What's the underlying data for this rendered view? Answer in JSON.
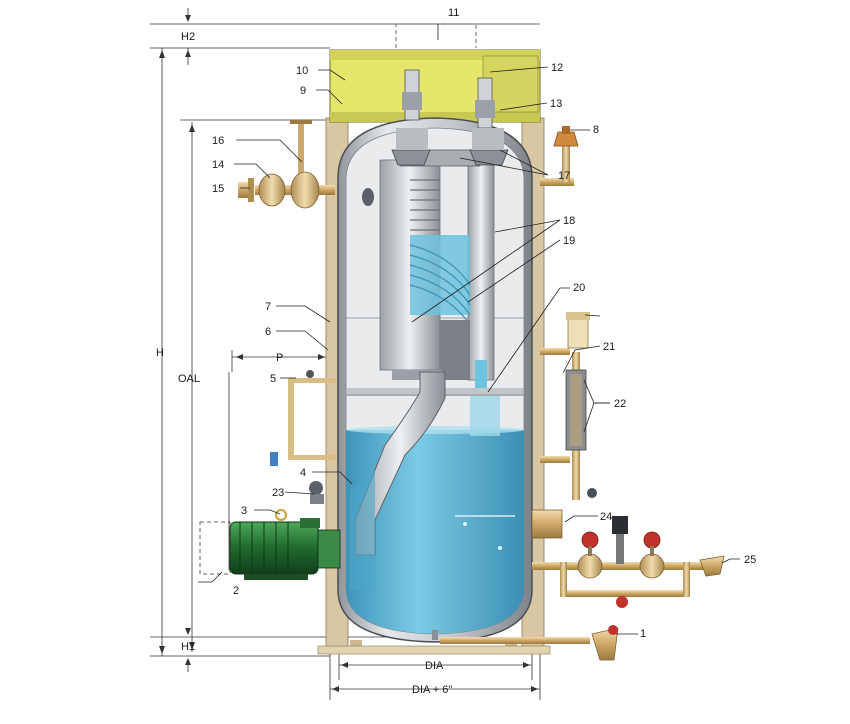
{
  "callouts": [
    {
      "id": "c1",
      "label": "1"
    },
    {
      "id": "c2",
      "label": "2"
    },
    {
      "id": "c3",
      "label": "3"
    },
    {
      "id": "c4",
      "label": "4"
    },
    {
      "id": "c5",
      "label": "5"
    },
    {
      "id": "c6",
      "label": "6"
    },
    {
      "id": "c7",
      "label": "7"
    },
    {
      "id": "c8",
      "label": "8"
    },
    {
      "id": "c9",
      "label": "9"
    },
    {
      "id": "c10",
      "label": "10"
    },
    {
      "id": "c11",
      "label": "11"
    },
    {
      "id": "c12",
      "label": "12"
    },
    {
      "id": "c13",
      "label": "13"
    },
    {
      "id": "c14",
      "label": "14"
    },
    {
      "id": "c15",
      "label": "15"
    },
    {
      "id": "c16",
      "label": "16"
    },
    {
      "id": "c17",
      "label": "17"
    },
    {
      "id": "c18",
      "label": "18"
    },
    {
      "id": "c19",
      "label": "19"
    },
    {
      "id": "c20",
      "label": "20"
    },
    {
      "id": "c21",
      "label": "21"
    },
    {
      "id": "c22",
      "label": "22"
    },
    {
      "id": "c23",
      "label": "23"
    },
    {
      "id": "c24",
      "label": "24"
    },
    {
      "id": "c25",
      "label": "25"
    }
  ],
  "dimensions": {
    "h": "H",
    "h1": "H1",
    "h2": "H2",
    "oal": "OAL",
    "p": "P",
    "dia": "DIA",
    "dia_plus": "DIA + 6\""
  },
  "colors": {
    "jacket_yellow": "#e6e66a",
    "vessel_gray": "#c9cdd2",
    "water_blue": "#5fb6d6",
    "brass": "#d8b67a",
    "motor_green": "#2e7d3a"
  }
}
